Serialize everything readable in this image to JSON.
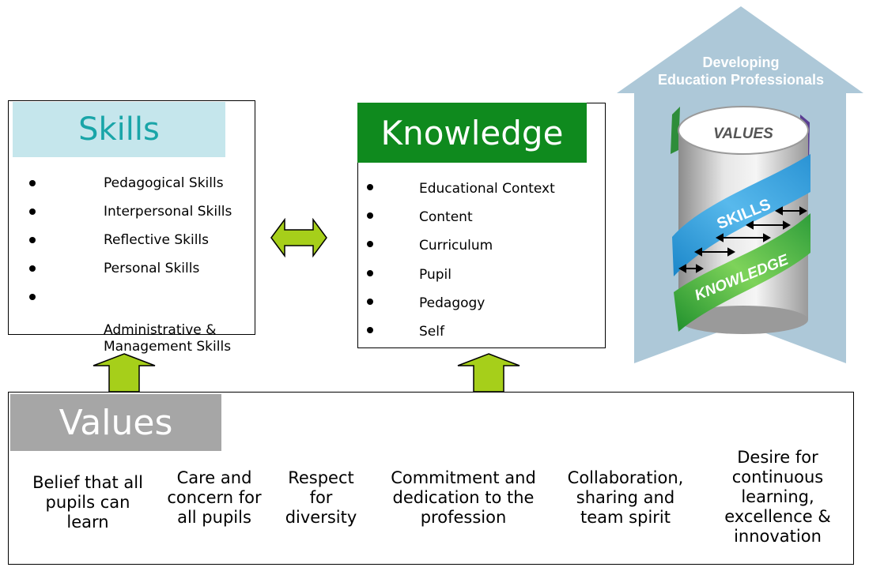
{
  "skills": {
    "title": "Skills",
    "items": [
      "Pedagogical Skills",
      "Interpersonal Skills",
      "Reflective Skills",
      "Personal Skills",
      "Administrative &\nManagement Skills"
    ]
  },
  "knowledge": {
    "title": "Knowledge",
    "items": [
      "Educational Context",
      "Content",
      "Curriculum",
      "Pupil",
      "Pedagogy",
      "Self"
    ]
  },
  "values": {
    "title": "Values",
    "items": [
      "Belief that all\npupils can\nlearn",
      "Care and\nconcern for\nall pupils",
      "Respect\nfor\ndiversity",
      "Commitment and\ndedication to the\nprofession",
      "Collaboration,\nsharing and\nteam spirit",
      "Desire for\ncontinuous\nlearning,\nexcellence &\ninnovation"
    ]
  },
  "model": {
    "arrow_title_line1": "Developing",
    "arrow_title_line2": "Education Professionals",
    "cylinder_top": "VALUES",
    "ribbon_skills": "SKILLS",
    "ribbon_knowledge": "KNOWLEDGE"
  },
  "colors": {
    "skills_header_bg": "#c5e6ec",
    "skills_header_text": "#19a5a8",
    "knowledge_header_bg": "#0f8a1e",
    "values_header_bg": "#a6a6a6",
    "arrow_green": "#a6cf1a",
    "big_arrow": "#a9c5d6"
  }
}
